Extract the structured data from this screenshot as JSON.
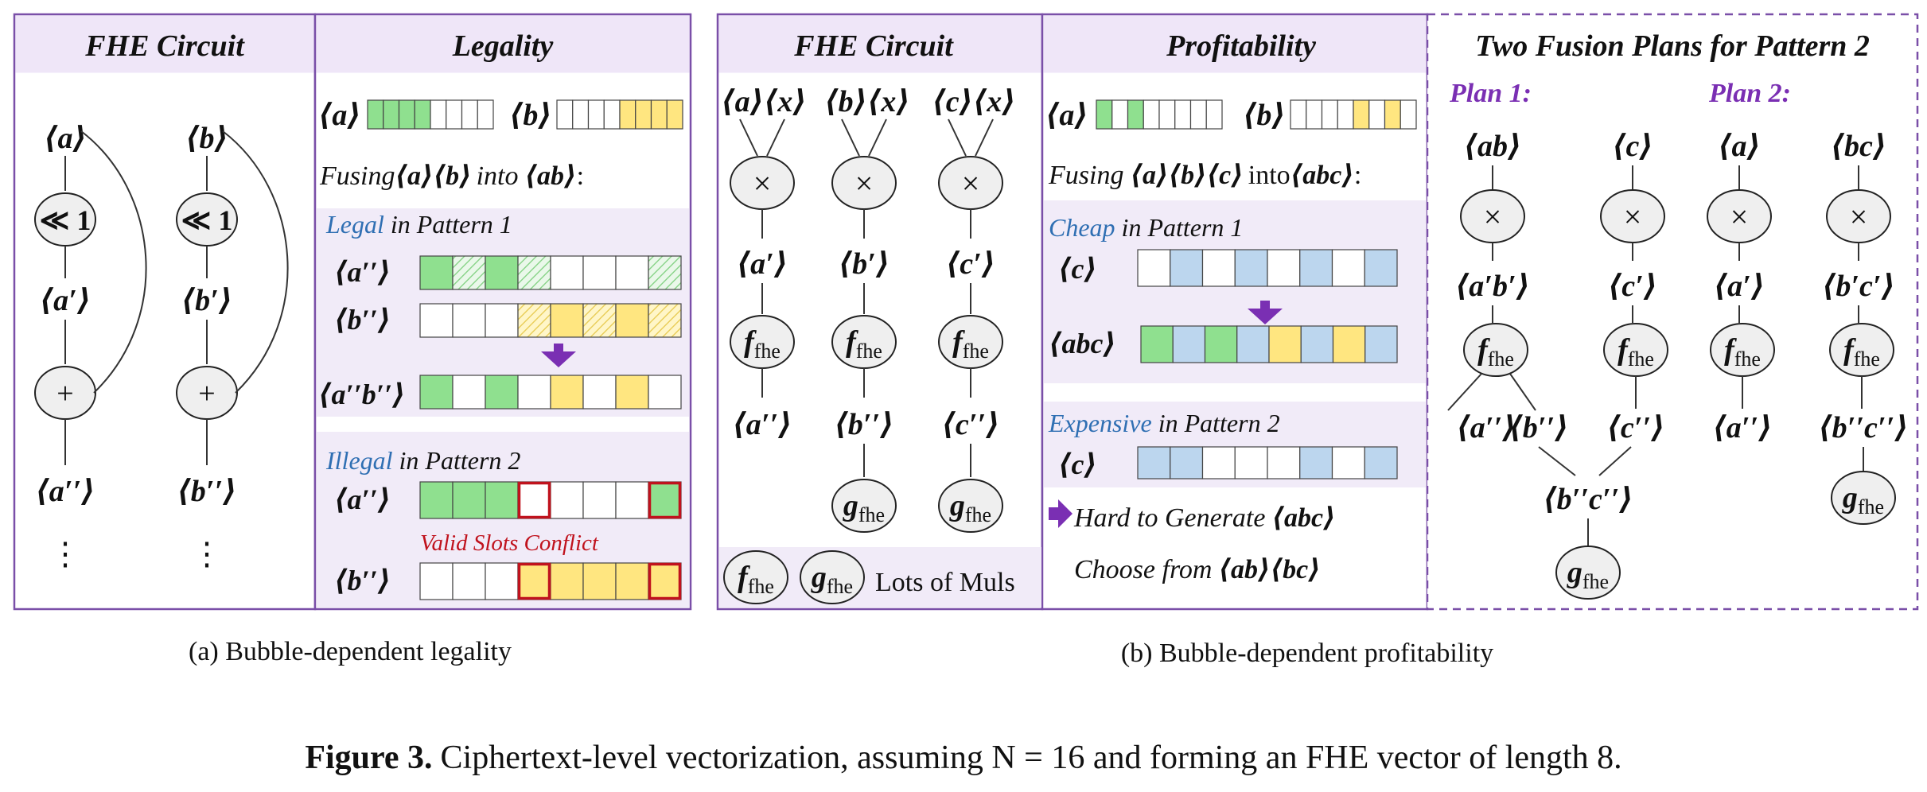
{
  "panel_a": {
    "circuit_title": "FHE Circuit",
    "legality_title": "Legality",
    "circuit": {
      "var_a": "⟨a⟩",
      "var_b": "⟨b⟩",
      "rot": "≪ 1",
      "a1": "⟨a′⟩",
      "b1": "⟨b′⟩",
      "plus": "+",
      "a2": "⟨a′′⟩",
      "b2": "⟨b′′⟩",
      "dots": "⋮"
    },
    "legality": {
      "label_a": "⟨a⟩",
      "label_b": "⟨b⟩",
      "fusing_pre": "Fusing",
      "fusing_vars": "⟨a⟩⟨b⟩",
      "fusing_into": "into",
      "fusing_target": "⟨ab⟩",
      "fusing_colon": ":",
      "legal_word": "Legal",
      "legal_rest": "in Pattern 1",
      "row_a2": "⟨a′′⟩",
      "row_b2": "⟨b′′⟩",
      "row_ab2": "⟨a′′b′′⟩",
      "illegal_word": "Illegal",
      "illegal_rest": "in Pattern 2",
      "conflict": "Valid Slots Conflict",
      "row_a2_ill": "⟨a′′⟩",
      "row_b2_ill": "⟨b′′⟩"
    },
    "caption": "(a)  Bubble-dependent legality"
  },
  "panel_b": {
    "circuit_title": "FHE Circuit",
    "profit_title": "Profitability",
    "plans_title": "Two Fusion Plans for Pattern 2",
    "circuit": {
      "in_a": "⟨a⟩⟨x⟩",
      "in_b": "⟨b⟩⟨x⟩",
      "in_c": "⟨c⟩⟨x⟩",
      "mul": "×",
      "a1": "⟨a′⟩",
      "b1": "⟨b′⟩",
      "c1": "⟨c′⟩",
      "f": "f",
      "g": "g",
      "sub": "fhe",
      "a2": "⟨a′′⟩",
      "b2": "⟨b′′⟩",
      "c2": "⟨c′′⟩",
      "lots": "Lots of Muls"
    },
    "profit": {
      "label_a": "⟨a⟩",
      "label_b": "⟨b⟩",
      "fusing_pre": "Fusing",
      "fusing_vars": "⟨a⟩⟨b⟩⟨c⟩",
      "fusing_into": "into",
      "fusing_target": "⟨abc⟩",
      "fusing_colon": ":",
      "cheap_word": "Cheap",
      "cheap_rest": "in Pattern 1",
      "row_c": "⟨c⟩",
      "row_abc": "⟨abc⟩",
      "expensive_word": "Expensive",
      "expensive_rest": "in Pattern 2",
      "row_c2": "⟨c⟩",
      "hard_pre": "Hard to Generate",
      "hard_target": "⟨abc⟩",
      "choose_pre": "Choose from",
      "choose_target": "⟨ab⟩⟨bc⟩"
    },
    "plans": {
      "plan1": "Plan 1:",
      "plan2": "Plan 2:",
      "p1_ab": "⟨ab⟩",
      "p1_c": "⟨c⟩",
      "p1_ab1": "⟨a′b′⟩",
      "p1_c1": "⟨c′⟩",
      "p1_a2": "⟨a′′⟩",
      "p1_b2": "⟨b′′⟩",
      "p1_c2": "⟨c′′⟩",
      "p1_b2c2": "⟨b′′c′′⟩",
      "p2_a": "⟨a⟩",
      "p2_bc": "⟨bc⟩",
      "p2_a1": "⟨a′⟩",
      "p2_b1c1": "⟨b′c′⟩",
      "p2_a2": "⟨a′′⟩",
      "p2_b2c2": "⟨b′′c′′⟩",
      "mul": "×",
      "f": "f",
      "g": "g",
      "sub": "fhe"
    },
    "caption": "(b)  Bubble-dependent profitability"
  },
  "figure_caption": {
    "label": "Figure 3.",
    "text": "Ciphertext-level vectorization, assuming N = 16 and forming an FHE vector of length 8."
  },
  "colors": {
    "panel_border": "#7a4fa8",
    "header_bg": "#efe6f8",
    "section_bg": "#f1ebf8",
    "green": "#8fe08f",
    "yellow": "#ffe680",
    "blue": "#bcd6ee",
    "red_border": "#c0121d",
    "arrow": "#7a2fb3"
  }
}
